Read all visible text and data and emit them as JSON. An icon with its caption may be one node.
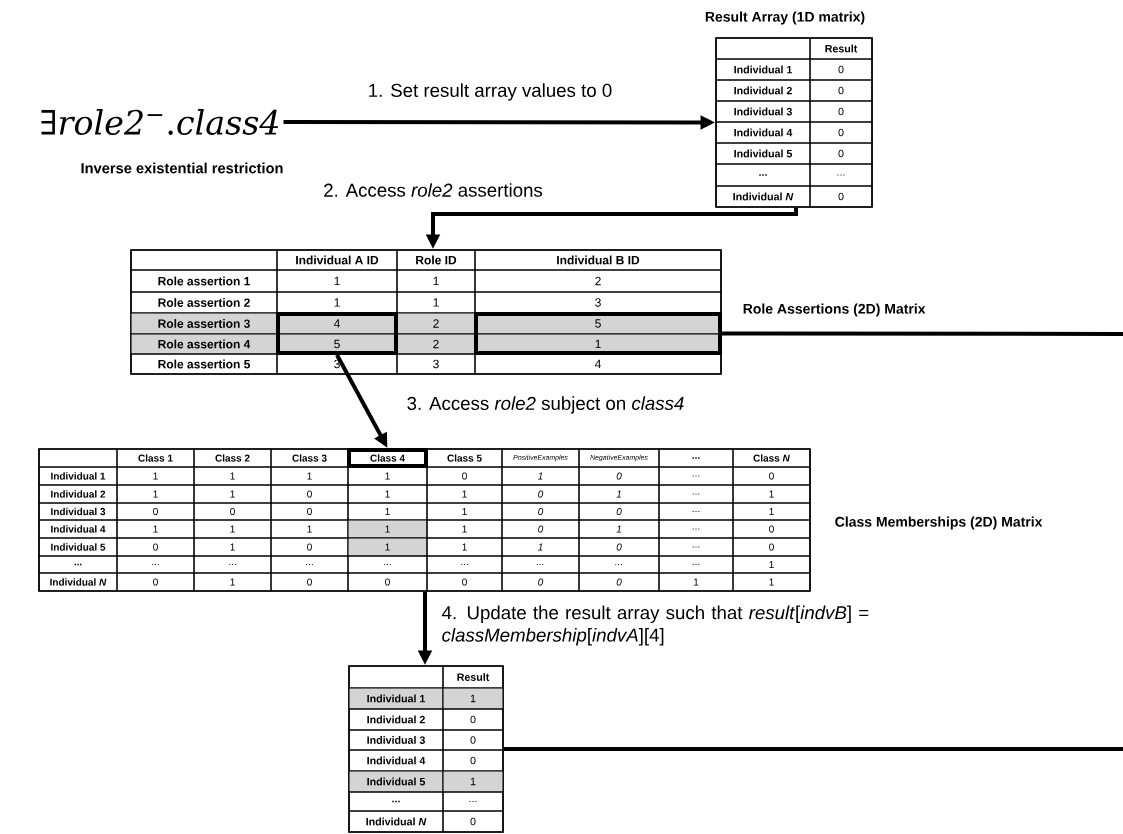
{
  "diagram": {
    "nodes": [
      {
        "text": [
          "∃*role2*$^{−}$.*class4*"
        ],
        "beside": [
          "Inverse existential restriction"
        ]
      },
      {
        "text": [
          "Result Array (1D matrix)",
          "Result",
          "Individual 1",
          "0",
          "Individual 2",
          "0",
          "Individual 3",
          "0",
          "Individual 4",
          "0",
          "Individual 5",
          "0",
          "...",
          "...",
          "Individual *N*",
          "0"
        ]
      },
      {
        "text": [
          "Role Assertions (2D) Matrix",
          "Individual A ID",
          "Role ID",
          "Individual B ID",
          "Role assertion 1",
          "1",
          "1",
          "2",
          "Role assertion 2",
          "1",
          "1",
          "3",
          "Role assertion 3",
          "2",
          "Role assertion 4",
          "2",
          "Role assertion 5",
          "3",
          "3",
          "4"
        ]
      },
      {
        "text": [
          "4",
          "5"
        ],
        "in": 2
      },
      {
        "text": [
          "5",
          "1"
        ],
        "in": 2
      },
      {
        "text": [
          "Class Memberships (2D) Matrix",
          "Class 1",
          "Class 2",
          "Class 3",
          "Class 5",
          "PositiveExamples",
          "NegativeExamples",
          "...",
          "Class *N*",
          "Individual 1",
          "1",
          "1",
          "1",
          "1",
          "0",
          "1",
          "0",
          "...",
          "0",
          "Individual 2",
          "1",
          "1",
          "0",
          "1",
          "1",
          "0",
          "1",
          "...",
          "1",
          "Individual 3",
          "0",
          "0",
          "0",
          "1",
          "1",
          "0",
          "0",
          "...",
          "1",
          "Individual 4",
          "1",
          "1",
          "1",
          "1",
          "1",
          "0",
          "1",
          "...",
          "0",
          "Individual 5",
          "0",
          "1",
          "0",
          "1",
          "1",
          "1",
          "0",
          "...",
          "0",
          "...",
          "...",
          "...",
          "...",
          "...",
          "...",
          "...",
          "...",
          "...",
          "1",
          "Individual *N*",
          "0",
          "1",
          "0",
          "0",
          "0",
          "0",
          "0",
          "1",
          "1"
        ]
      },
      {
        "text": [
          "Class 4"
        ],
        "in": 5
      },
      {
        "text": [
          "Result",
          "Individual 1",
          "1",
          "Individual 2",
          "0",
          "Individual 3",
          "0",
          "Individual 4",
          "0",
          "Individual 5",
          "1",
          "...",
          "...",
          "Individual *N*",
          "0"
        ]
      }
    ],
    "edges": [
      {
        "from": 0,
        "to": 1,
        "arrow": "to",
        "label": "1. Set result array values to 0"
      },
      {
        "from": 1,
        "to": 2,
        "arrow": "to",
        "label": "2. Access *role2* assertions"
      },
      {
        "from": 3,
        "to": 6,
        "arrow": "to",
        "label": "3. Access *role2* subject on *class4*"
      },
      {
        "from": 4,
        "to": null,
        "arrow": "none"
      },
      {
        "from": 5,
        "to": 7,
        "arrow": "to",
        "label": "4. Update the result array such that *result*[*indvB*] = *classMembership*[*indvA*][4]"
      },
      {
        "from": 7,
        "to": null,
        "arrow": "none"
      }
    ]
  }
}
